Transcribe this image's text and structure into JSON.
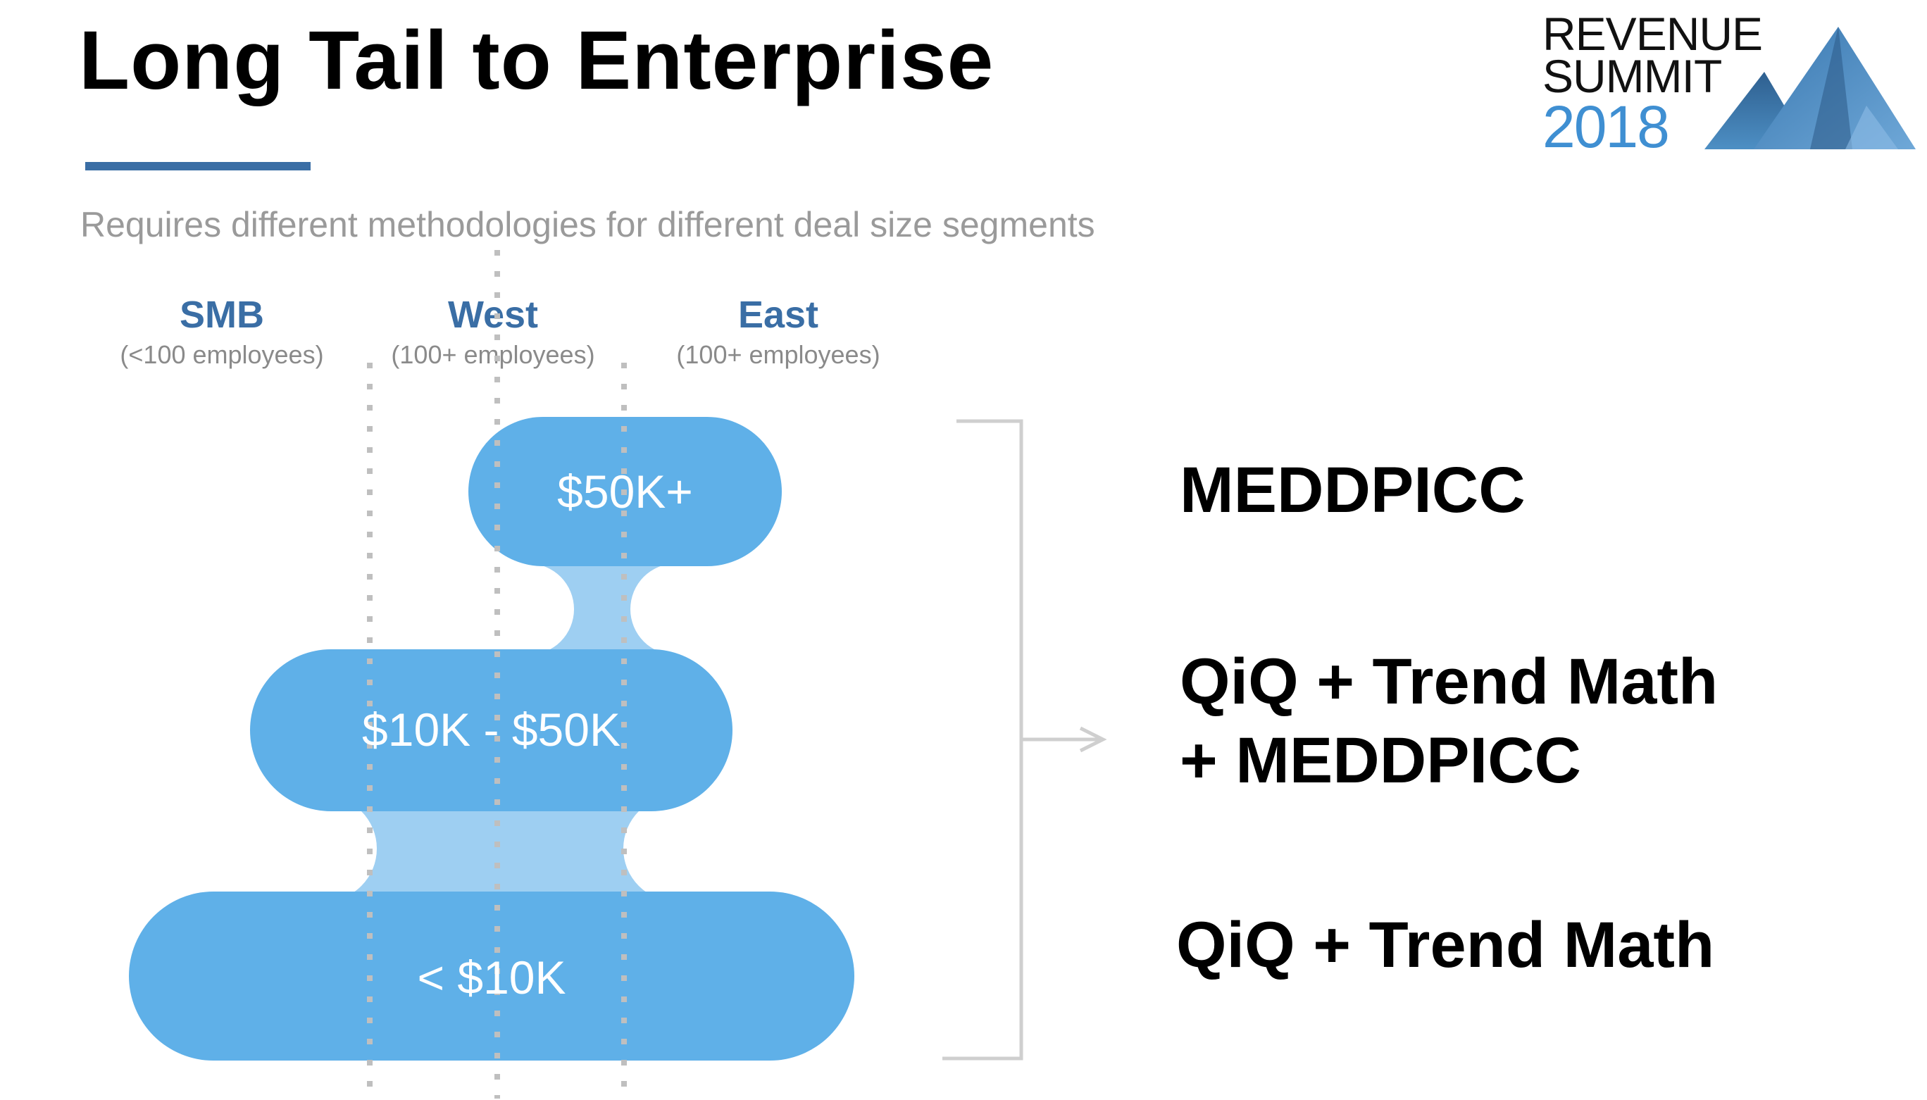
{
  "title": "Long Tail to Enterprise",
  "subtitle": "Requires different methodologies for different deal size segments",
  "logo": {
    "line1": "REVENUE",
    "line2": "SUMMIT",
    "year": "2018",
    "icon": "mountain-peaks-icon"
  },
  "segments": [
    {
      "name": "SMB",
      "detail": "(<100 employees)"
    },
    {
      "name": "West",
      "detail": "(100+ employees)"
    },
    {
      "name": "East",
      "detail": "(100+ employees)"
    }
  ],
  "tiers": [
    {
      "label": "$50K+"
    },
    {
      "label": "$10K - $50K"
    },
    {
      "label": "< $10K"
    }
  ],
  "methodologies": [
    {
      "text": "MEDDPICC"
    },
    {
      "text": "QiQ + Trend Math\n+ MEDDPICC",
      "line1": "QiQ + Trend Math",
      "line2": "+ MEDDPICC"
    },
    {
      "text": "QiQ + Trend Math"
    }
  ],
  "colors": {
    "accent": "#3a6ea5",
    "pill": "#5fb0e8",
    "pill_connector": "#9ecff2",
    "logo_year": "#3f8fd2"
  }
}
